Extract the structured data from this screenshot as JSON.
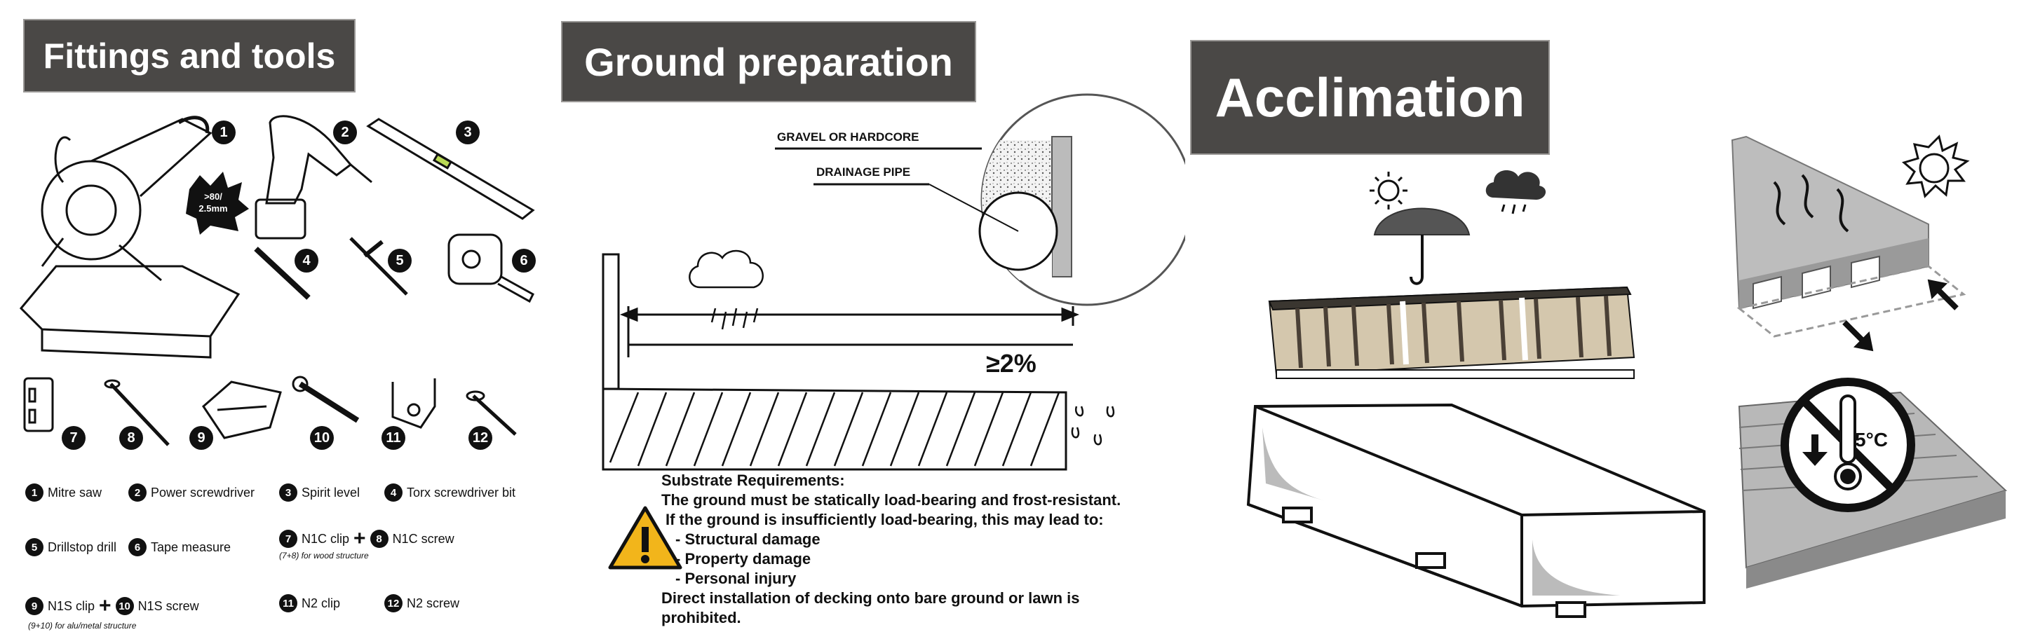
{
  "sections": {
    "fittings": {
      "title": "Fittings and tools"
    },
    "ground": {
      "title": "Ground preparation"
    },
    "acclimation": {
      "title": "Acclimation"
    }
  },
  "fittings_diagram": {
    "item_numbers": [
      "1",
      "2",
      "3",
      "4",
      "5",
      "6",
      "7",
      "8",
      "9",
      "10",
      "11",
      "12"
    ],
    "blade_badge": [
      ">80/",
      "2.5mm"
    ]
  },
  "legend": {
    "row1": [
      {
        "num": "1",
        "label": "Mitre saw"
      },
      {
        "num": "2",
        "label": "Power screwdriver"
      },
      {
        "num": "3",
        "label": "Spirit level"
      },
      {
        "num": "4",
        "label": "Torx screwdriver bit"
      }
    ],
    "row2": [
      {
        "num": "5",
        "label": "Drillstop drill"
      },
      {
        "num": "6",
        "label": "Tape measure"
      },
      {
        "num": "7",
        "label": "N1C clip"
      },
      {
        "num": "8",
        "label": "N1C screw"
      }
    ],
    "row2_note": "(7+8) for wood structure",
    "row3": [
      {
        "num": "9",
        "label": "N1S clip"
      },
      {
        "num": "10",
        "label": "N1S screw"
      },
      {
        "num": "11",
        "label": "N2 clip"
      },
      {
        "num": "12",
        "label": "N2 screw"
      }
    ],
    "row3_note": "(9+10) for alu/metal structure",
    "plus": "+"
  },
  "ground_diagram": {
    "gravel_label": "GRAVEL OR HARDCORE",
    "drainage_label": "DRAINAGE PIPE",
    "slope_label": "≥2%",
    "warning_icon": "warning-triangle-icon",
    "substrate_lines": [
      "Substrate Requirements:",
      "The ground must be statically load-bearing and frost-resistant.",
      "If the ground is insufficiently load-bearing, this may lead to:",
      "- Structural damage",
      "- Property damage",
      "- Personal injury",
      "Direct installation of decking onto bare ground or lawn is",
      "prohibited."
    ]
  },
  "acclimation_diagram": {
    "temp_label": "5°C",
    "icons": [
      "sun-icon",
      "umbrella-icon",
      "rain-cloud-icon",
      "thermometer-icon",
      "no-sign-icon",
      "arrow-down-icon"
    ]
  },
  "colors": {
    "title_bg": "#4a4846",
    "warning_yellow": "#f2b51b",
    "ink": "#111111"
  }
}
